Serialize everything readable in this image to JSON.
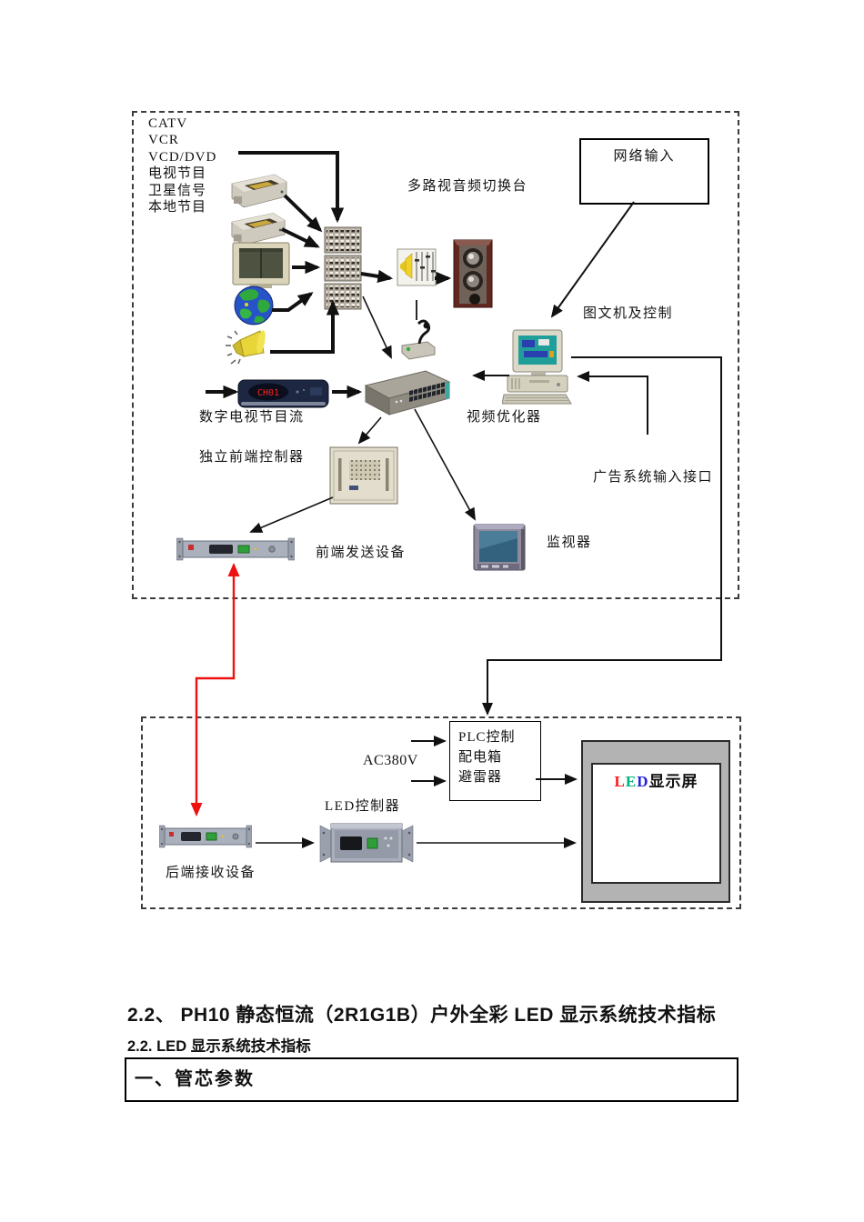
{
  "doc": {
    "headings": {
      "h1": "2.2、 PH10 静态恒流（2R1G1B）户外全彩 LED 显示系统技术指标",
      "h2": "2.2. LED 显示系统技术指标",
      "param_box": "一、管芯参数"
    },
    "top_diagram": {
      "sources": [
        "CATV",
        "VCR",
        "VCD/DVD",
        "电视节目",
        "卫星信号",
        "本地节目"
      ],
      "switcher_label": "多路视音频切换台",
      "network_input": "网络输入",
      "graphics_control": "图文机及控制",
      "digital_tv_stream": "数字电视节目流",
      "video_optimizer": "视频优化器",
      "front_controller": "独立前端控制器",
      "ad_input": "广告系统输入接口",
      "front_transmitter": "前端发送设备",
      "monitor": "监视器",
      "stb_display": "CH01"
    },
    "bottom_diagram": {
      "ac_power": "AC380V",
      "plc_line1": "PLC控制",
      "plc_line2": "配电箱",
      "plc_line3": "避雷器",
      "led_controller": "LED控制器",
      "rear_receiver": "后端接收设备",
      "led_screen": {
        "l": "L",
        "e": "E",
        "d": "D",
        "text": "显示屏"
      }
    },
    "colors": {
      "red_link": "#ee1111",
      "arrow": "#111111",
      "led_l": "#ff1a1a",
      "led_e": "#00b27a",
      "led_d": "#2222dd",
      "led_frame": "#b3b3b3"
    }
  }
}
